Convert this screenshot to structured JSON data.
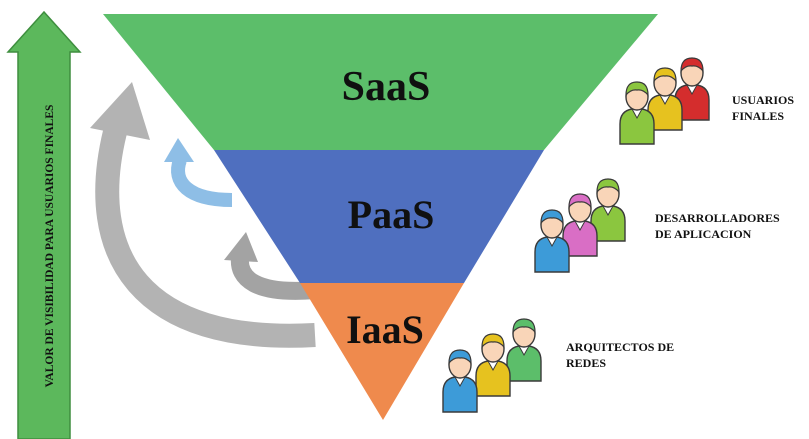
{
  "axis": {
    "label": "VALOR DE VISIBILIDAD PARA USUARIOS FINALES",
    "color": "#5cb85c"
  },
  "layers": [
    {
      "name": "SaaS",
      "color": "#5cbe6a"
    },
    {
      "name": "PaaS",
      "color": "#4f6fbf"
    },
    {
      "name": "IaaS",
      "color": "#ef8a4d"
    }
  ],
  "groups": [
    {
      "line1": "USUARIOS",
      "line2": "FINALES",
      "icon": "users-icon"
    },
    {
      "line1": "DESARROLLADORES",
      "line2": "DE APLICACION",
      "icon": "developers-icon"
    },
    {
      "line1": "ARQUITECTOS DE",
      "line2": "REDES",
      "icon": "architects-icon"
    }
  ],
  "arrows": {
    "outer_color": "#b3b3b3",
    "middle_color": "#a3a3a3",
    "inner_color": "#8ebee6"
  }
}
